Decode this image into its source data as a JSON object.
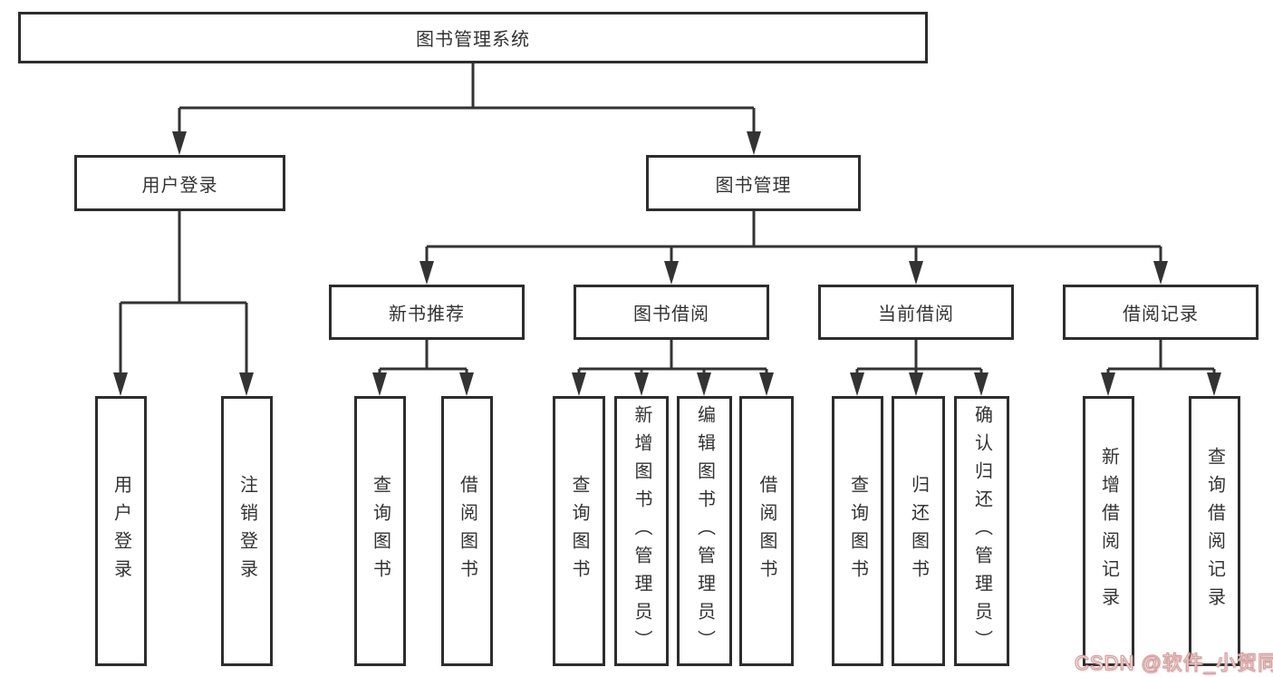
{
  "nodes": {
    "root": {
      "label": "图书管理系统"
    },
    "user_login": {
      "label": "用户登录"
    },
    "book_mgmt": {
      "label": "图书管理"
    },
    "new_books": {
      "label": "新书推荐"
    },
    "book_borrow": {
      "label": "图书借阅"
    },
    "current_borrow": {
      "label": "当前借阅"
    },
    "borrow_records": {
      "label": "借阅记录"
    },
    "leaves": {
      "login": {
        "label": "用户登录"
      },
      "logout": {
        "label": "注销登录"
      },
      "nb_query": {
        "label": "查询图书"
      },
      "nb_borrow": {
        "label": "借阅图书"
      },
      "bb_query": {
        "label": "查询图书"
      },
      "bb_add": {
        "label": "新增图书（管理员）"
      },
      "bb_edit": {
        "label": "编辑图书（管理员）"
      },
      "bb_borrow": {
        "label": "借阅图书"
      },
      "cb_query": {
        "label": "查询图书"
      },
      "cb_return": {
        "label": "归还图书"
      },
      "cb_confirm": {
        "label": "确认归还（管理员）"
      },
      "br_add": {
        "label": "新增借阅记录"
      },
      "br_query": {
        "label": "查询借阅记录"
      }
    }
  },
  "watermark": {
    "text": "CSDN @软件_小贺同学"
  },
  "colors": {
    "line": "#333333",
    "box_border": "#2d2d2d",
    "text": "#333333",
    "background": "#ffffff",
    "watermark": "#d4a0a0"
  }
}
